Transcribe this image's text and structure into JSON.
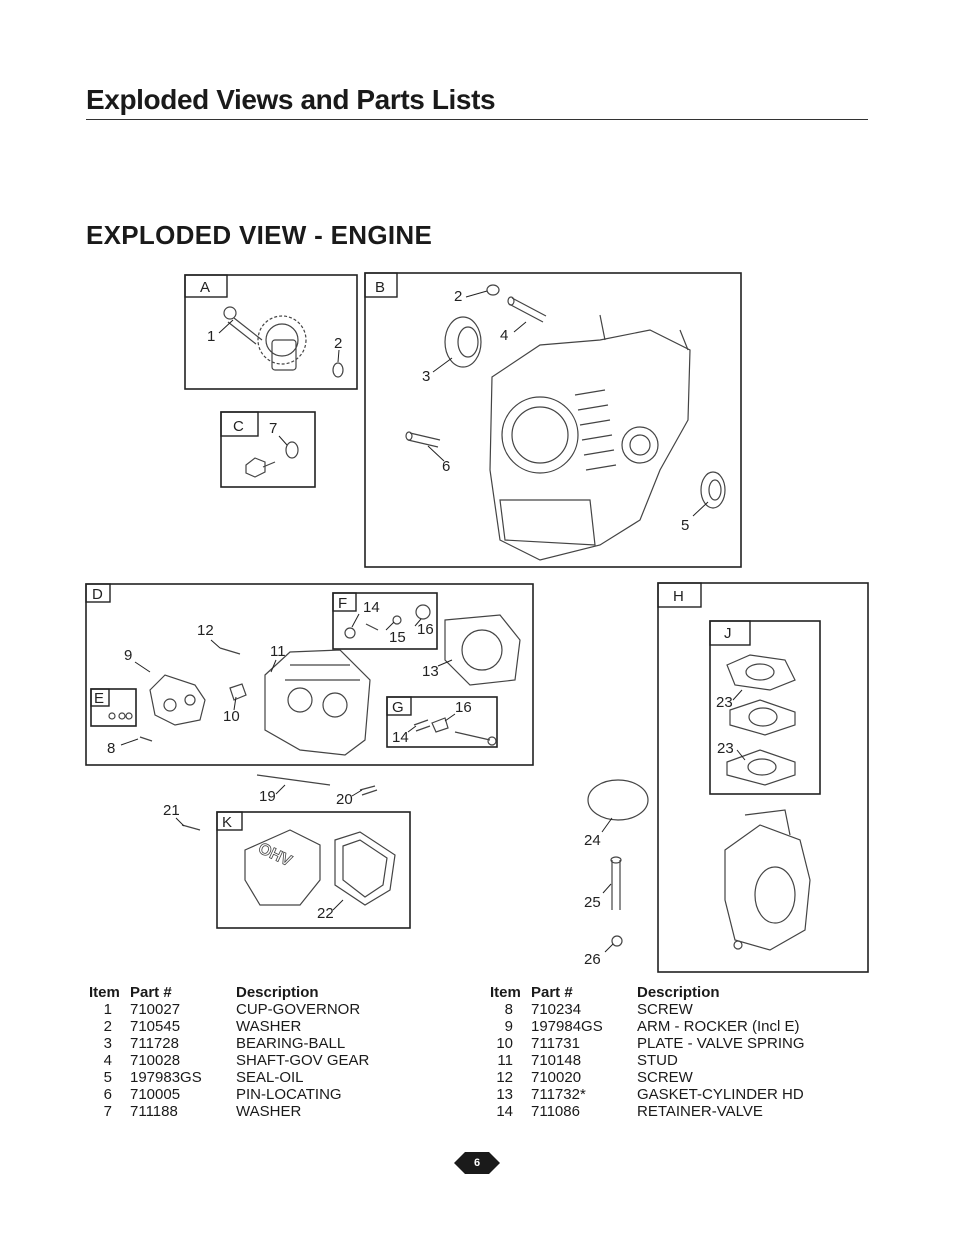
{
  "header": {
    "title": "Exploded Views and Parts Lists"
  },
  "section": {
    "title": "EXPLODED VIEW - ENGINE"
  },
  "diagram": {
    "panel_labels": [
      "A",
      "B",
      "C",
      "D",
      "E",
      "F",
      "G",
      "H",
      "J",
      "K"
    ],
    "callouts": [
      "1",
      "2",
      "2",
      "3",
      "4",
      "5",
      "6",
      "7",
      "8",
      "9",
      "10",
      "11",
      "12",
      "13",
      "14",
      "14",
      "15",
      "16",
      "16",
      "19",
      "20",
      "21",
      "22",
      "23",
      "23",
      "24",
      "25",
      "26"
    ],
    "logo_text": "OHV"
  },
  "table": {
    "headers": {
      "item": "Item",
      "part": "Part #",
      "description": "Description"
    },
    "left": [
      {
        "item": "1",
        "part": "710027",
        "description": "CUP-GOVERNOR"
      },
      {
        "item": "2",
        "part": "710545",
        "description": "WASHER"
      },
      {
        "item": "3",
        "part": "711728",
        "description": "BEARING-BALL"
      },
      {
        "item": "4",
        "part": "710028",
        "description": "SHAFT-GOV GEAR"
      },
      {
        "item": "5",
        "part": "197983GS",
        "description": "SEAL-OIL"
      },
      {
        "item": "6",
        "part": "710005",
        "description": "PIN-LOCATING"
      },
      {
        "item": "7",
        "part": "711188",
        "description": "WASHER"
      }
    ],
    "right": [
      {
        "item": "8",
        "part": "710234",
        "description": "SCREW"
      },
      {
        "item": "9",
        "part": "197984GS",
        "description": "ARM - ROCKER (Incl E)"
      },
      {
        "item": "10",
        "part": "711731",
        "description": "PLATE - VALVE SPRING"
      },
      {
        "item": "11",
        "part": "710148",
        "description": "STUD"
      },
      {
        "item": "12",
        "part": "710020",
        "description": "SCREW"
      },
      {
        "item": "13",
        "part": "711732*",
        "description": "GASKET-CYLINDER HD"
      },
      {
        "item": "14",
        "part": "711086",
        "description": "RETAINER-VALVE"
      }
    ]
  },
  "footer": {
    "page_number": "6"
  }
}
